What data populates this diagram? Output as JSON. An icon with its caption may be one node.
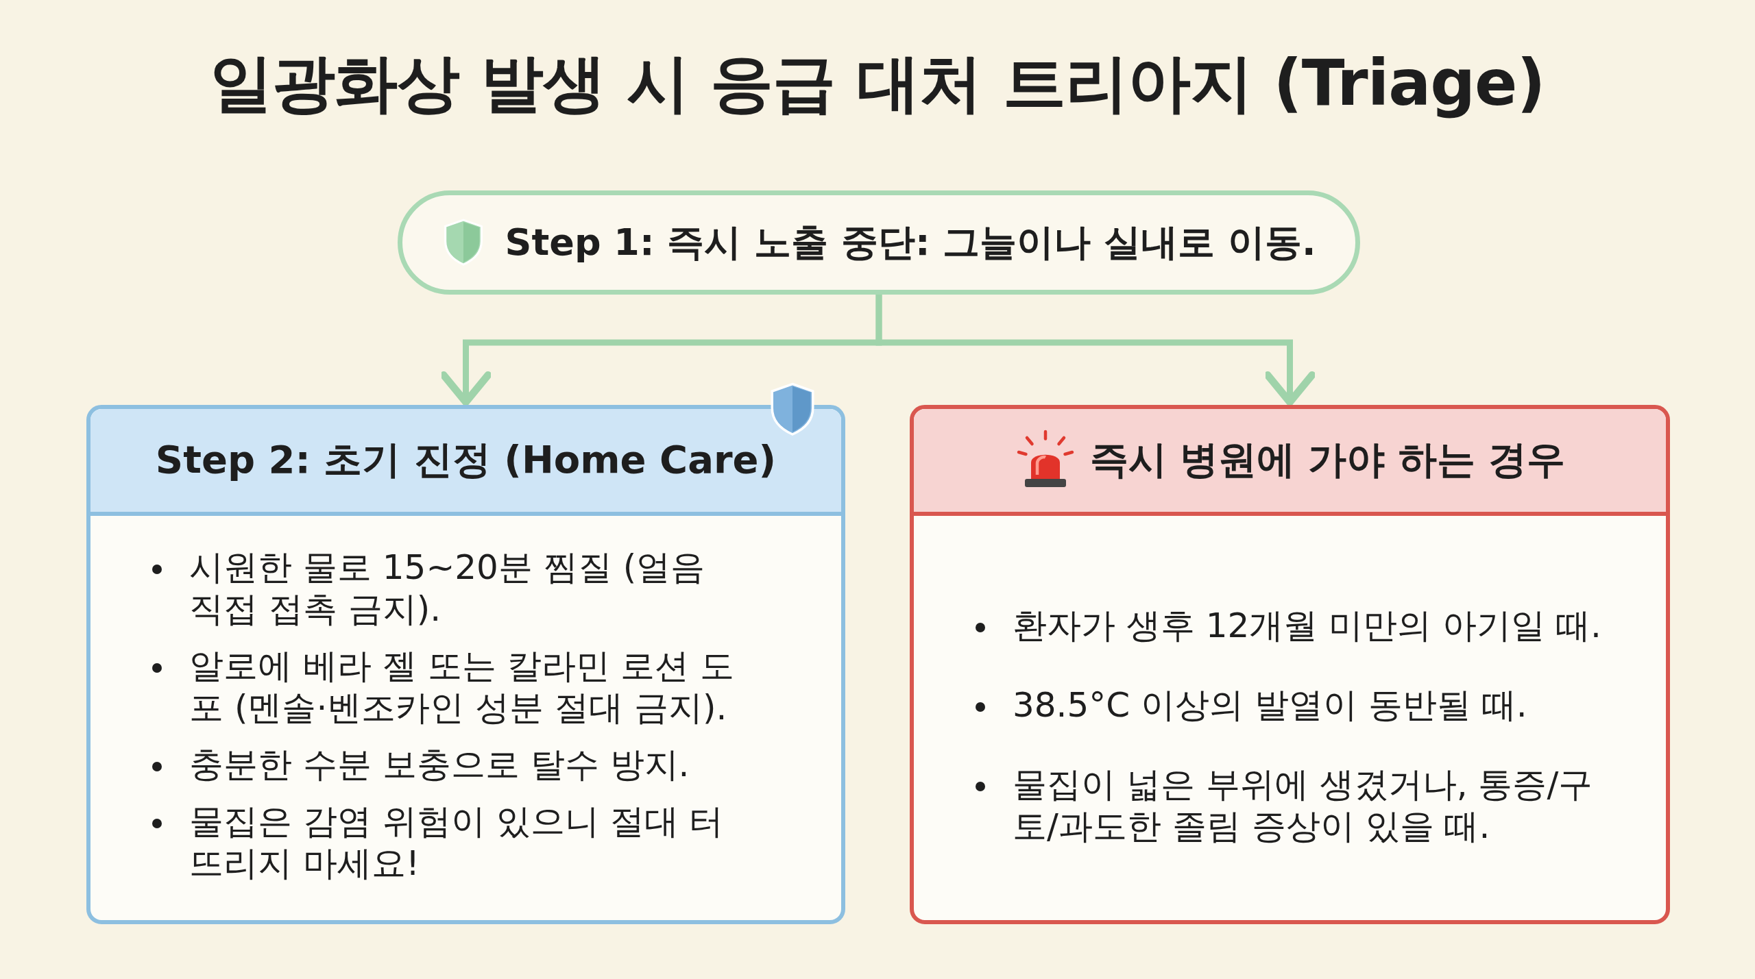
{
  "diagram": {
    "title": "일광화상 발생 시 응급 대처 트리아지 (Triage)",
    "nodes": [
      {
        "text": [
          "Step 1: 즉시 노출 중단: 그늘이나 실내로 이동."
        ]
      },
      {
        "text": [
          "Step 2: 초기 진정 (Home Care)",
          "시원한 물로 15~20분 찜질 (얼음 직접 접촉 금지).",
          "알로에 베라 젤 또는 칼라민 로션 도포 (멘솔·벤조카인 성분 절대 금지).",
          "충분한 수분 보충으로 탈수 방지.",
          "물집은 감염 위험이 있으니 절대 터뜨리지 마세요!"
        ]
      },
      {
        "text": [
          "즉시 병원에 가야 하는 경우",
          "환자가 생후 12개월 미만의 아기일 때.",
          "38.5°C 이상의 발열이 동반될 때.",
          "물집이 넓은 부위에 생겼거나, 통증/구토/과도한 졸림 증상이 있을 때."
        ]
      }
    ],
    "edges": [
      {
        "from": 0,
        "to": 1,
        "arrow": "to"
      },
      {
        "from": 0,
        "to": 2,
        "arrow": "to"
      }
    ]
  }
}
